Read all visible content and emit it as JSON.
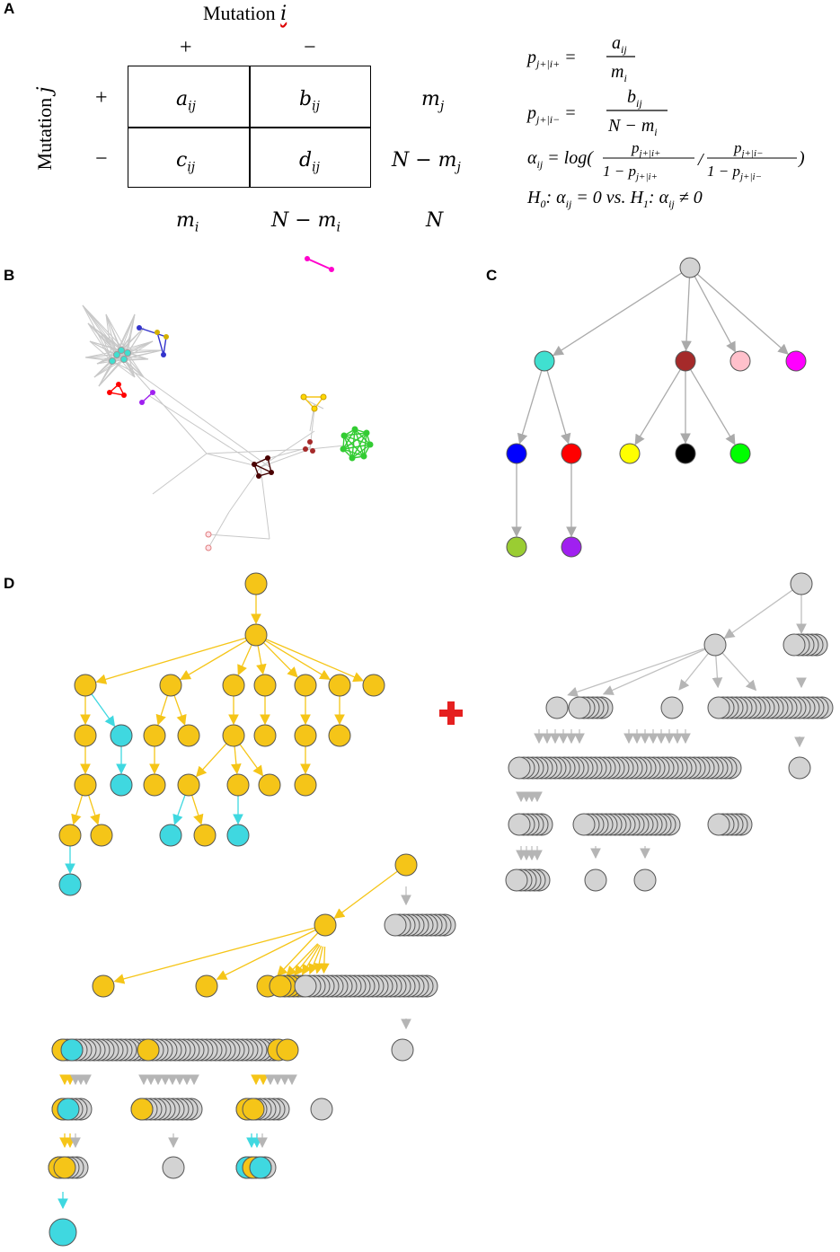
{
  "panels": {
    "a": "A",
    "b": "B",
    "c": "C",
    "d": "D"
  },
  "table": {
    "col_title": "Mutation",
    "col_title_var": "i",
    "row_title": "Mutation",
    "row_title_var": "j",
    "col_plus": "+",
    "col_minus": "−",
    "row_plus": "+",
    "row_minus": "−",
    "cells": [
      [
        "a",
        "ij"
      ],
      [
        "b",
        "ij"
      ],
      [
        "c",
        "ij"
      ],
      [
        "d",
        "ij"
      ]
    ],
    "row_totals": [
      "m_j",
      "N − m_j"
    ],
    "col_totals": [
      "m_i",
      "N − m_i",
      "N"
    ]
  },
  "equations": {
    "p_plus_lhs": "p",
    "p_plus_sub": "j+|i+",
    "p_plus_num": "a",
    "p_plus_num_sub": "ij",
    "p_plus_den": "m",
    "p_plus_den_sub": "i",
    "p_minus_lhs": "p",
    "p_minus_sub": "j+|i−",
    "p_minus_num": "b",
    "p_minus_num_sub": "ij",
    "p_minus_den": "N − m",
    "p_minus_den_sub": "i",
    "alpha_lhs": "α",
    "alpha_sub": "ij",
    "alpha_log": "log(",
    "alpha_close": ")",
    "hyp_h0": "H",
    "hyp_text": "vs."
  },
  "tree_c": {
    "colors": [
      "#d3d3d3",
      "#40e0d0",
      "#a52a2a",
      "#ffc0cb",
      "#ff00ff",
      "#0000ff",
      "#ff0000",
      "#ffff00",
      "#000000",
      "#00ff00",
      "#9acd32",
      "#a020f0"
    ]
  },
  "d_colors": {
    "gold": "#f5c518",
    "cyan": "#3fd8e0",
    "gray": "#d3d3d3",
    "cross": "#e52020"
  }
}
